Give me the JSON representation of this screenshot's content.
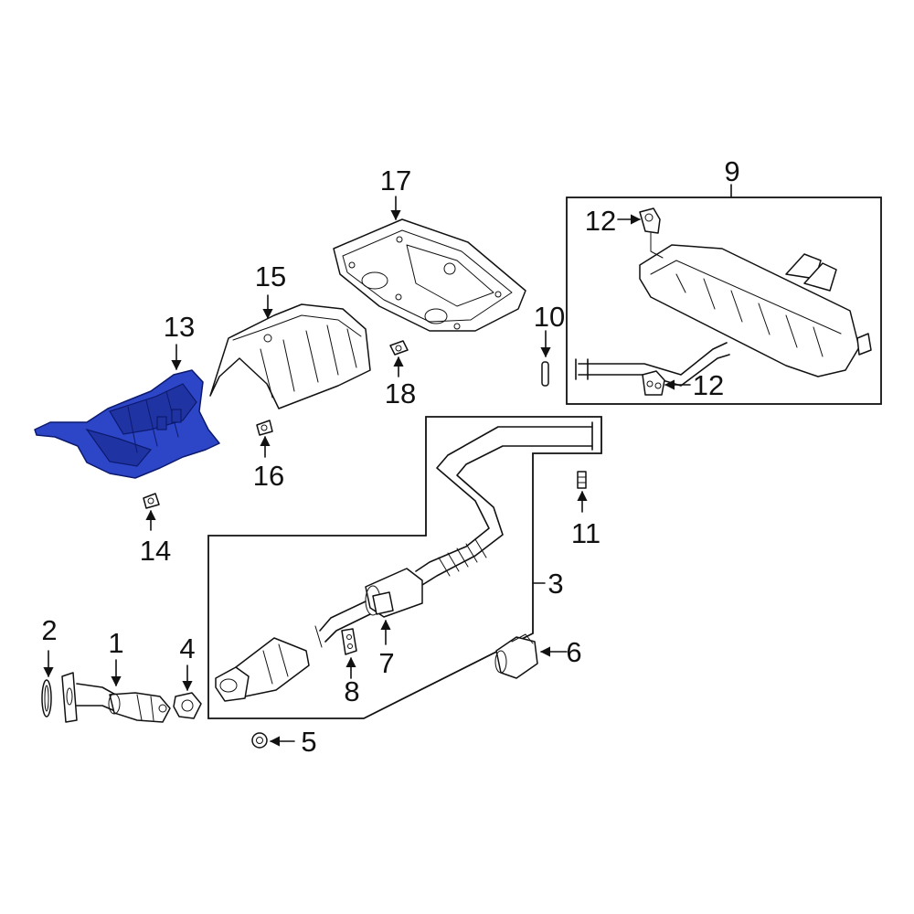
{
  "callouts": {
    "c1": "1",
    "c2": "2",
    "c3": "3",
    "c4": "4",
    "c5": "5",
    "c6": "6",
    "c7": "7",
    "c8": "8",
    "c9": "9",
    "c10": "10",
    "c11": "11",
    "c12a": "12",
    "c12b": "12",
    "c13": "13",
    "c14": "14",
    "c15": "15",
    "c16": "16",
    "c17": "17",
    "c18": "18"
  },
  "colors": {
    "highlight": "#2d46c8",
    "line": "#111111",
    "background": "#ffffff"
  }
}
